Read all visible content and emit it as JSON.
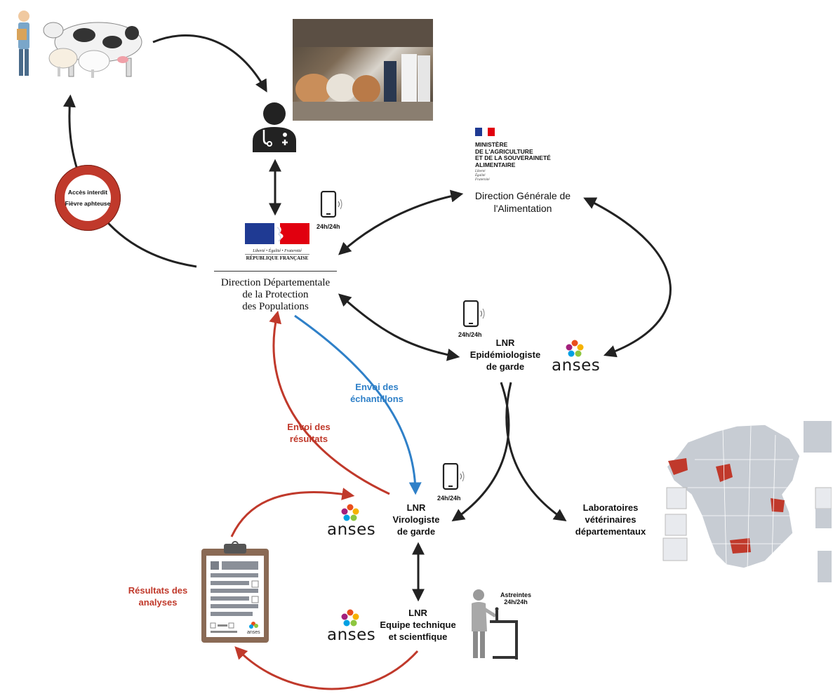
{
  "vet_node": {
    "icon": "veterinarian-icon"
  },
  "barn_photo": {
    "icon": "barn-photo"
  },
  "ministry": {
    "line1": "MINISTÈRE",
    "line2": "DE L'AGRICULTURE",
    "line3": "ET DE LA SOUVERAINETÉ",
    "line4": "ALIMENTAIRE",
    "motto1": "Liberté",
    "motto2": "Égalité",
    "motto3": "Fraternité",
    "dept_line1": "Direction Générale de",
    "dept_line2": "l'Alimentation"
  },
  "republic": {
    "motto": "Liberté • Égalité • Fraternité",
    "name": "RÉPUBLIQUE FRANÇAISE",
    "dept_line1": "Direction Départementale",
    "dept_line2": "de la Protection",
    "dept_line3": "des Populations"
  },
  "sign": {
    "line1": "Accès interdit",
    "line2": "Fièvre aphteuse"
  },
  "phones": {
    "label1": "24h/24h",
    "label2": "24h/24h",
    "label3": "24h/24h"
  },
  "epidemio": {
    "line1": "LNR",
    "line2": "Epidémiologiste",
    "line3": "de garde"
  },
  "virolo": {
    "line1": "LNR",
    "line2": "Virologiste",
    "line3": "de garde"
  },
  "equipe": {
    "line1": "LNR",
    "line2": "Equipe technique",
    "line3": "et scientfique"
  },
  "anses": {
    "word": "anses",
    "small": "anses"
  },
  "labs": {
    "line1": "Laboratoires",
    "line2": "vétérinaires",
    "line3": "départementaux"
  },
  "astreintes": {
    "line1": "Astreintes",
    "line2": "24h/24h"
  },
  "edges": {
    "samples": {
      "line1": "Envoi des",
      "line2": "échantillons"
    },
    "results_sent": {
      "line1": "Envoi des",
      "line2": "résultats"
    },
    "analysis": {
      "line1": "Résultats des",
      "line2": "analyses"
    }
  },
  "colors": {
    "red": "#c0392b",
    "blue": "#2f80c8",
    "dark": "#222222",
    "france_blue": "#1f3a93",
    "france_red": "#e1000f"
  }
}
